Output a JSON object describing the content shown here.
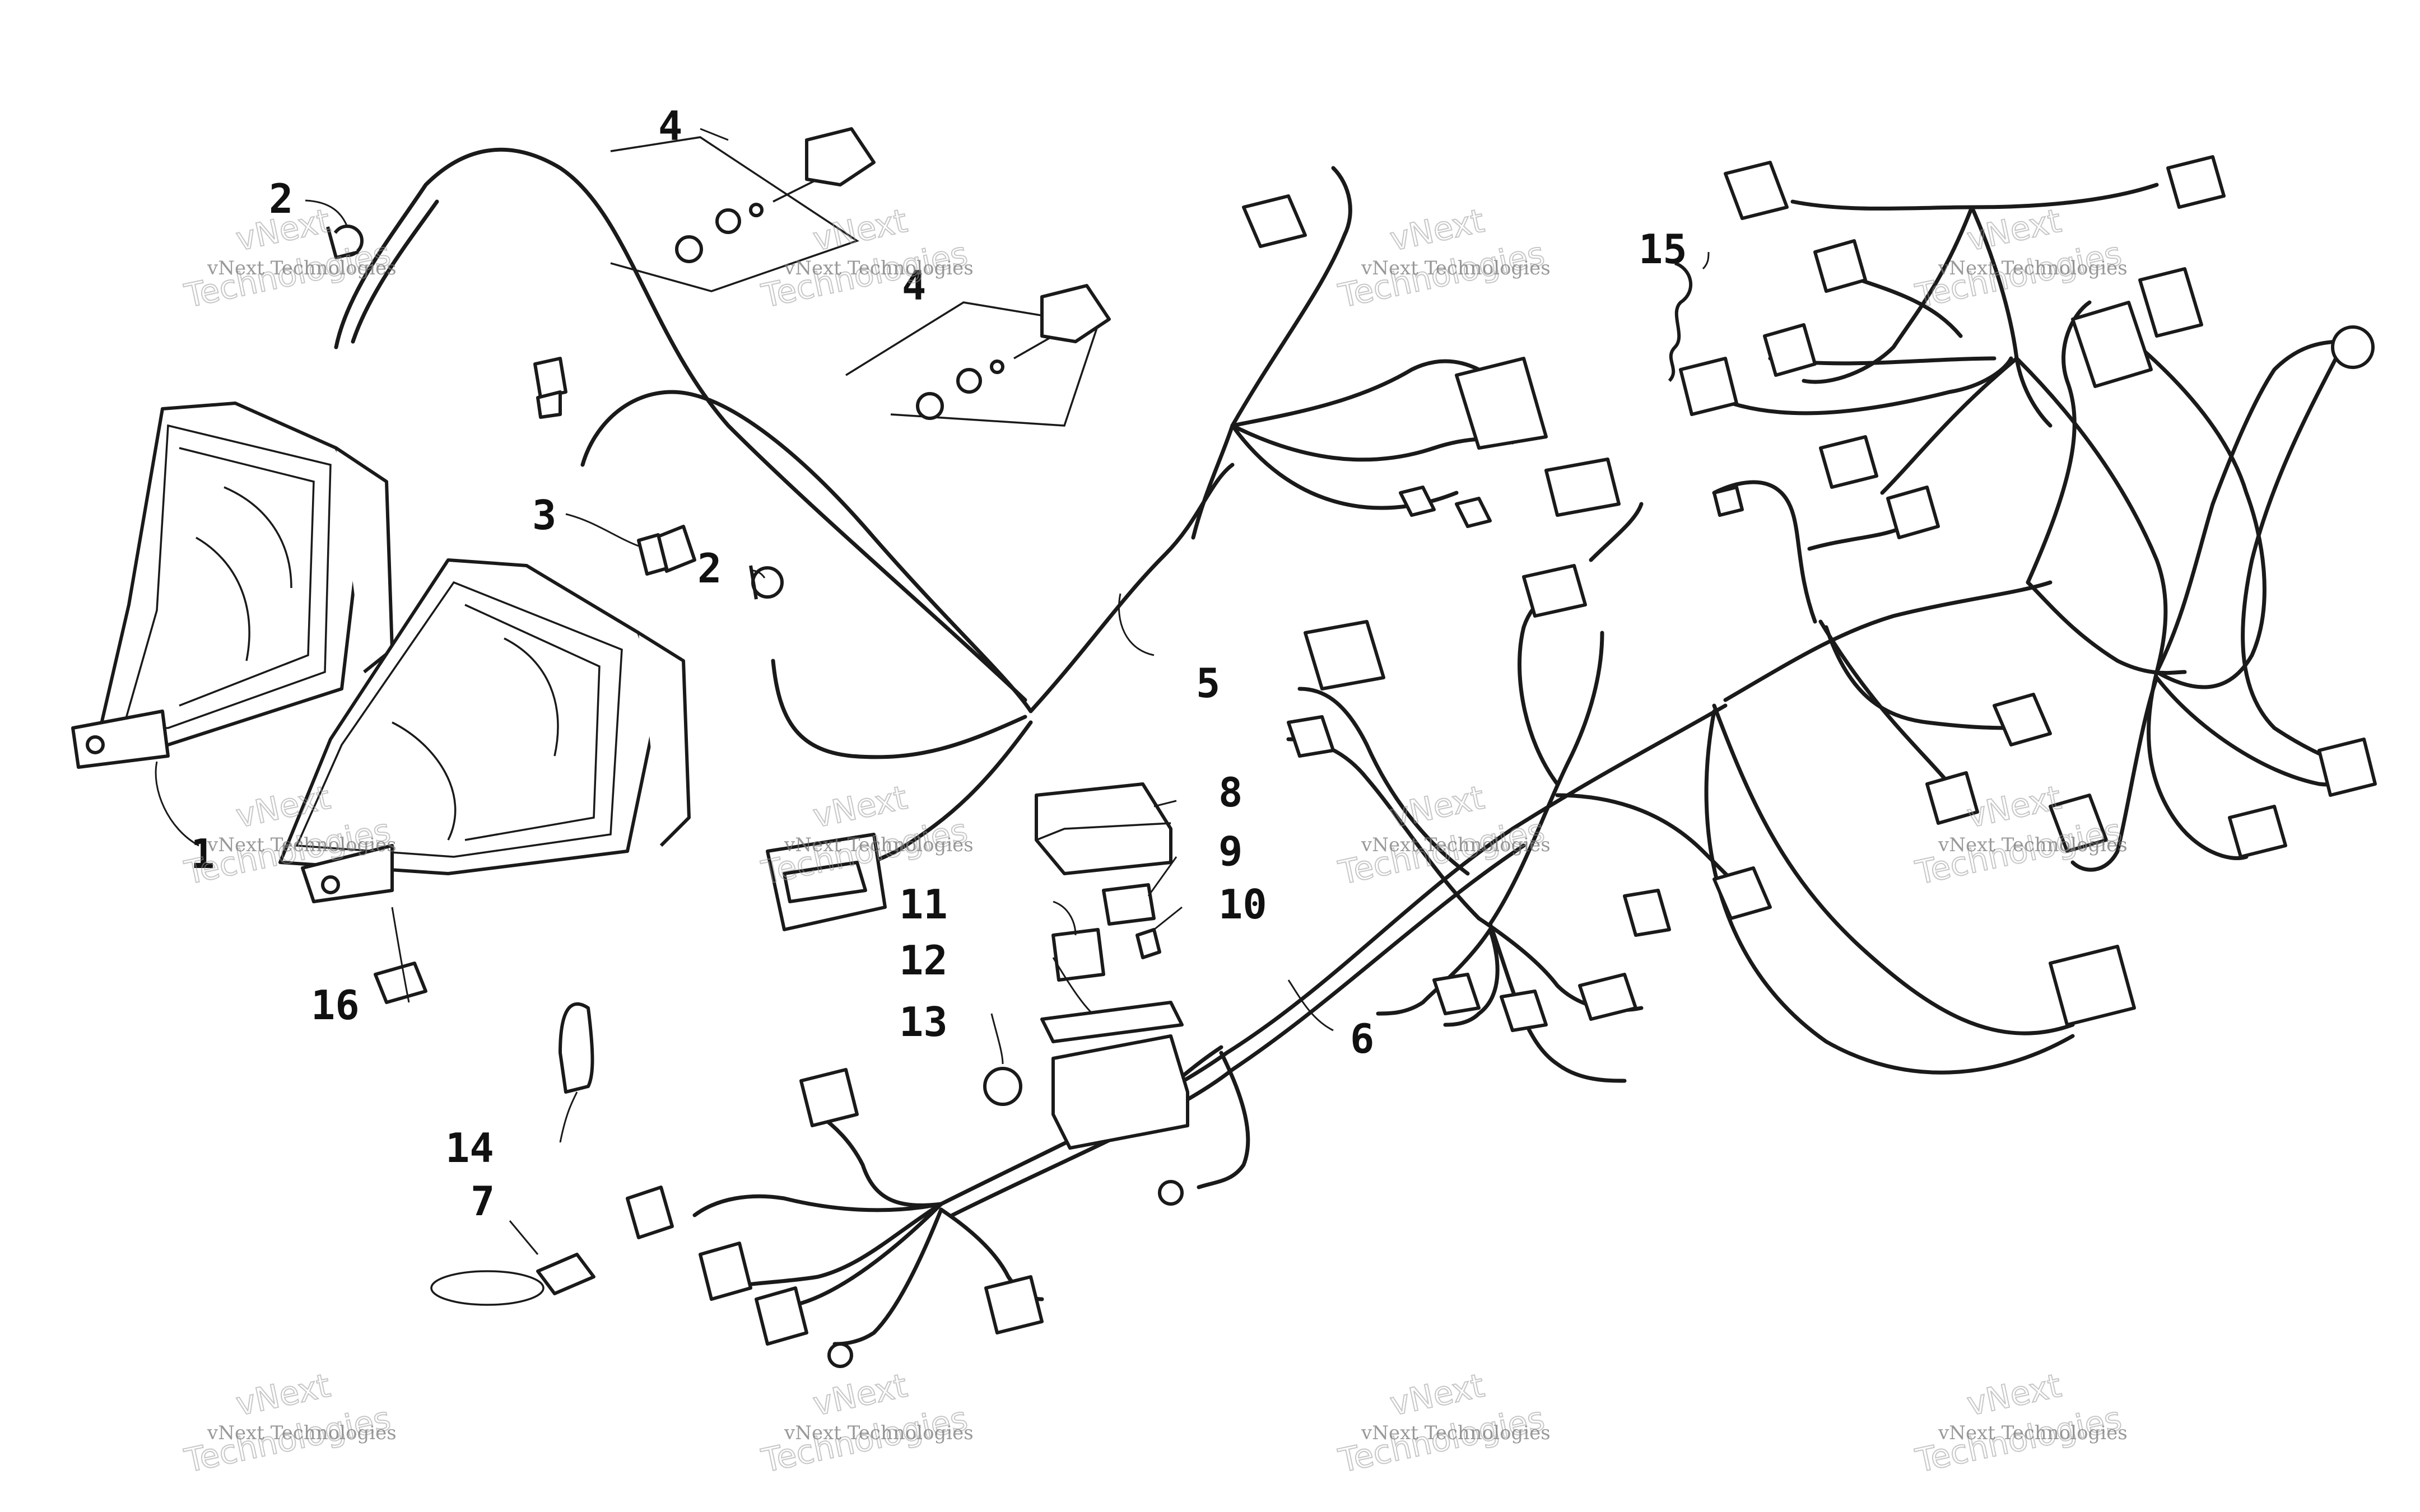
{
  "callouts": [
    "1",
    "2",
    "2",
    "3",
    "4",
    "4",
    "5",
    "6",
    "7",
    "8",
    "9",
    "10",
    "11",
    "12",
    "13",
    "14",
    "15",
    "16"
  ],
  "watermark": {
    "line1": "vNext",
    "line2": "Technologies",
    "small": "vNext Technologies"
  }
}
